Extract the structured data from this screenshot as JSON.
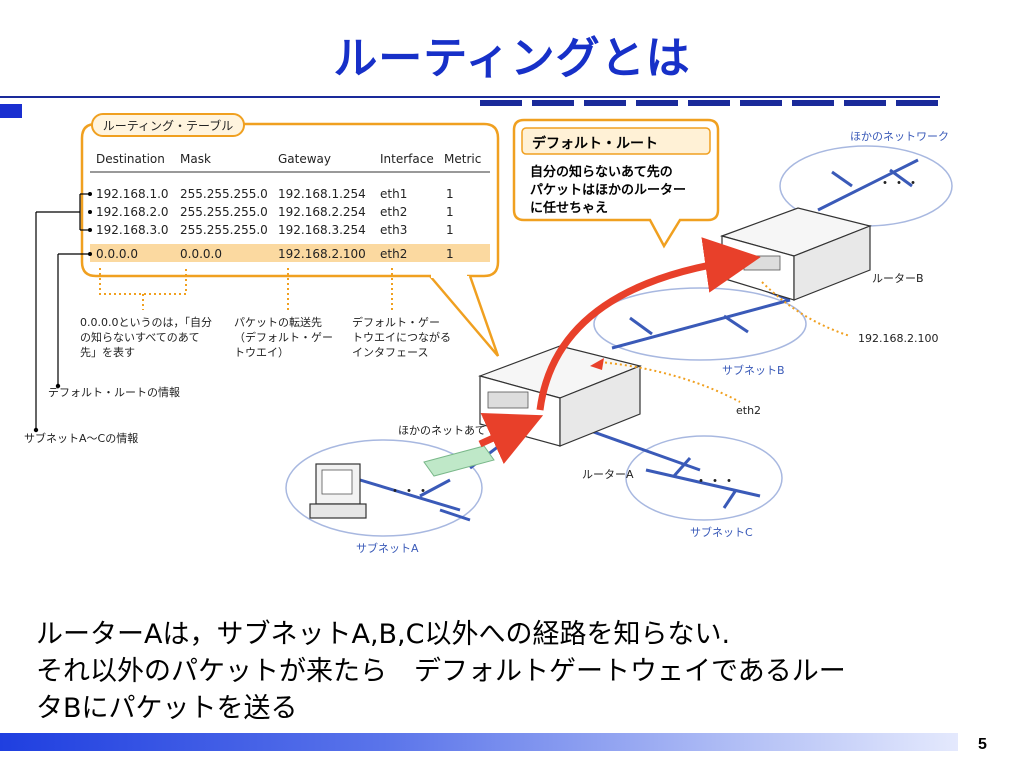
{
  "slide": {
    "title": "ルーティングとは",
    "page_number": "5"
  },
  "routing_table": {
    "badge": "ルーティング・テーブル",
    "headers": [
      "Destination",
      "Mask",
      "Gateway",
      "Interface",
      "Metric"
    ],
    "rows": [
      [
        "192.168.1.0",
        "255.255.255.0",
        "192.168.1.254",
        "eth1",
        "1"
      ],
      [
        "192.168.2.0",
        "255.255.255.0",
        "192.168.2.254",
        "eth2",
        "1"
      ],
      [
        "192.168.3.0",
        "255.255.255.0",
        "192.168.3.254",
        "eth3",
        "1"
      ],
      [
        "0.0.0.0",
        "0.0.0.0",
        "192.168.2.100",
        "eth2",
        "1"
      ]
    ]
  },
  "notes": {
    "n1": [
      "0.0.0.0というのは，「自分",
      "の知らないすべてのあて",
      "先」を表す"
    ],
    "n2": [
      "パケットの転送先",
      "（デフォルト・ゲー",
      "トウエイ）"
    ],
    "n3": [
      "デフォルト・ゲー",
      "トウエイにつながる",
      "インタフェース"
    ],
    "default_route_info": "デフォルト・ルートの情報",
    "subnet_info": "サブネットA〜Cの情報"
  },
  "callout": {
    "title": "デフォルト・ルート",
    "lines": [
      "自分の知らないあて先の",
      "パケットはほかのルーター",
      "に任せちゃえ"
    ]
  },
  "network": {
    "other_network": "ほかのネットワーク",
    "router_a": "ルーターA",
    "router_b": "ルーターB",
    "subnet_a": "サブネットA",
    "subnet_b": "サブネットB",
    "subnet_c": "サブネットC",
    "ip_label": "192.168.2.100",
    "eth_label": "eth2",
    "packet_label": "ほかのネットあて",
    "ellipsis": "・・・"
  },
  "caption": {
    "lines": [
      "ルーターAは，サブネットA,B,C以外への経路を知らない.",
      "それ以外のパケットが来たら　デフォルトゲートウェイであるルー",
      "タBにパケットを送る"
    ]
  },
  "colors": {
    "title": "#1730c8",
    "orange": "#f0a020",
    "highlight_row": "#fbd9a0",
    "arrow_red": "#e8402a",
    "network_blue": "#3a5ab8"
  }
}
